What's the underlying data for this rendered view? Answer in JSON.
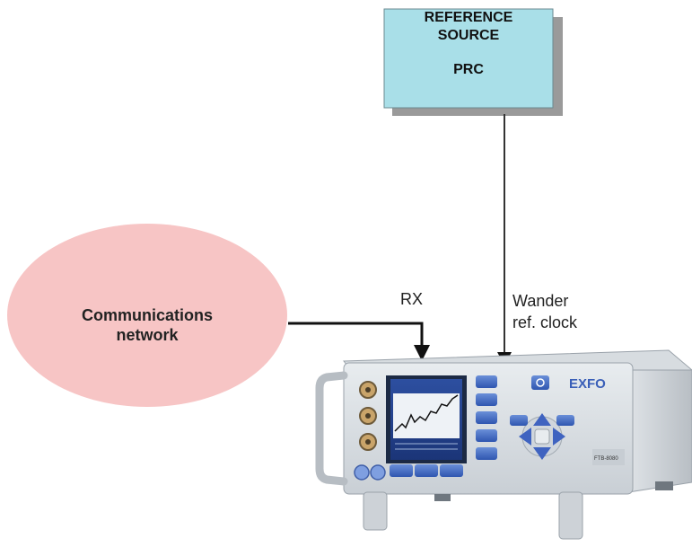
{
  "reference_box": {
    "line1": "REFERENCE",
    "line2": "SOURCE",
    "line3": "PRC",
    "fill_color": "#a9dfe8"
  },
  "network": {
    "line1": "Communications",
    "line2": "network",
    "fill_color": "#f7c5c5"
  },
  "labels": {
    "rx": "RX",
    "wander_line1": "Wander",
    "wander_line2": "ref. clock"
  },
  "instrument": {
    "brand": "EXFO",
    "model": "FTB-8080"
  }
}
